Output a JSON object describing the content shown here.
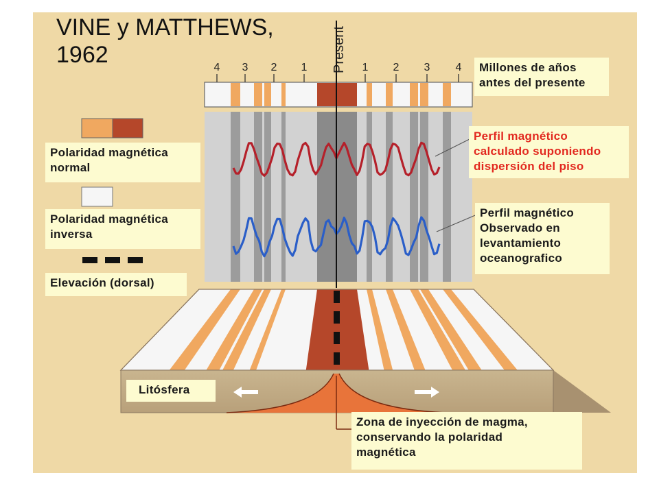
{
  "title": "VINE y MATTHEWS,\n1962",
  "present_label": "Present",
  "age_ticks": [
    "4",
    "3",
    "2",
    "1",
    "1",
    "2",
    "3",
    "4"
  ],
  "labels": {
    "millones": "Millones de años\nantes del presente",
    "perfil_calculado": "Perfil magnético\ncalculado suponiendo\ndispersión del piso",
    "perfil_observado": "Perfil magnético\nObservado en\nlevantamiento\noceanografico",
    "polaridad_normal": "Polaridad magnética\nnormal",
    "polaridad_inversa": "Polaridad magnética\ninversa",
    "elevacion": "Elevación  (dorsal)",
    "litosfera": "Litósfera",
    "zona_inyeccion": "Zona de inyección de magma,\nconservando la polaridad\nmagnética"
  },
  "colors": {
    "background": "#efd9a6",
    "normal_light": "#f0a860",
    "normal_dark": "#b5472a",
    "reversed": "#f6f6f6",
    "calculated_profile": "#b5202a",
    "observed_profile": "#2a5ec8",
    "label_bg": "#fdfbd0",
    "label_red_text": "#e2281f"
  }
}
